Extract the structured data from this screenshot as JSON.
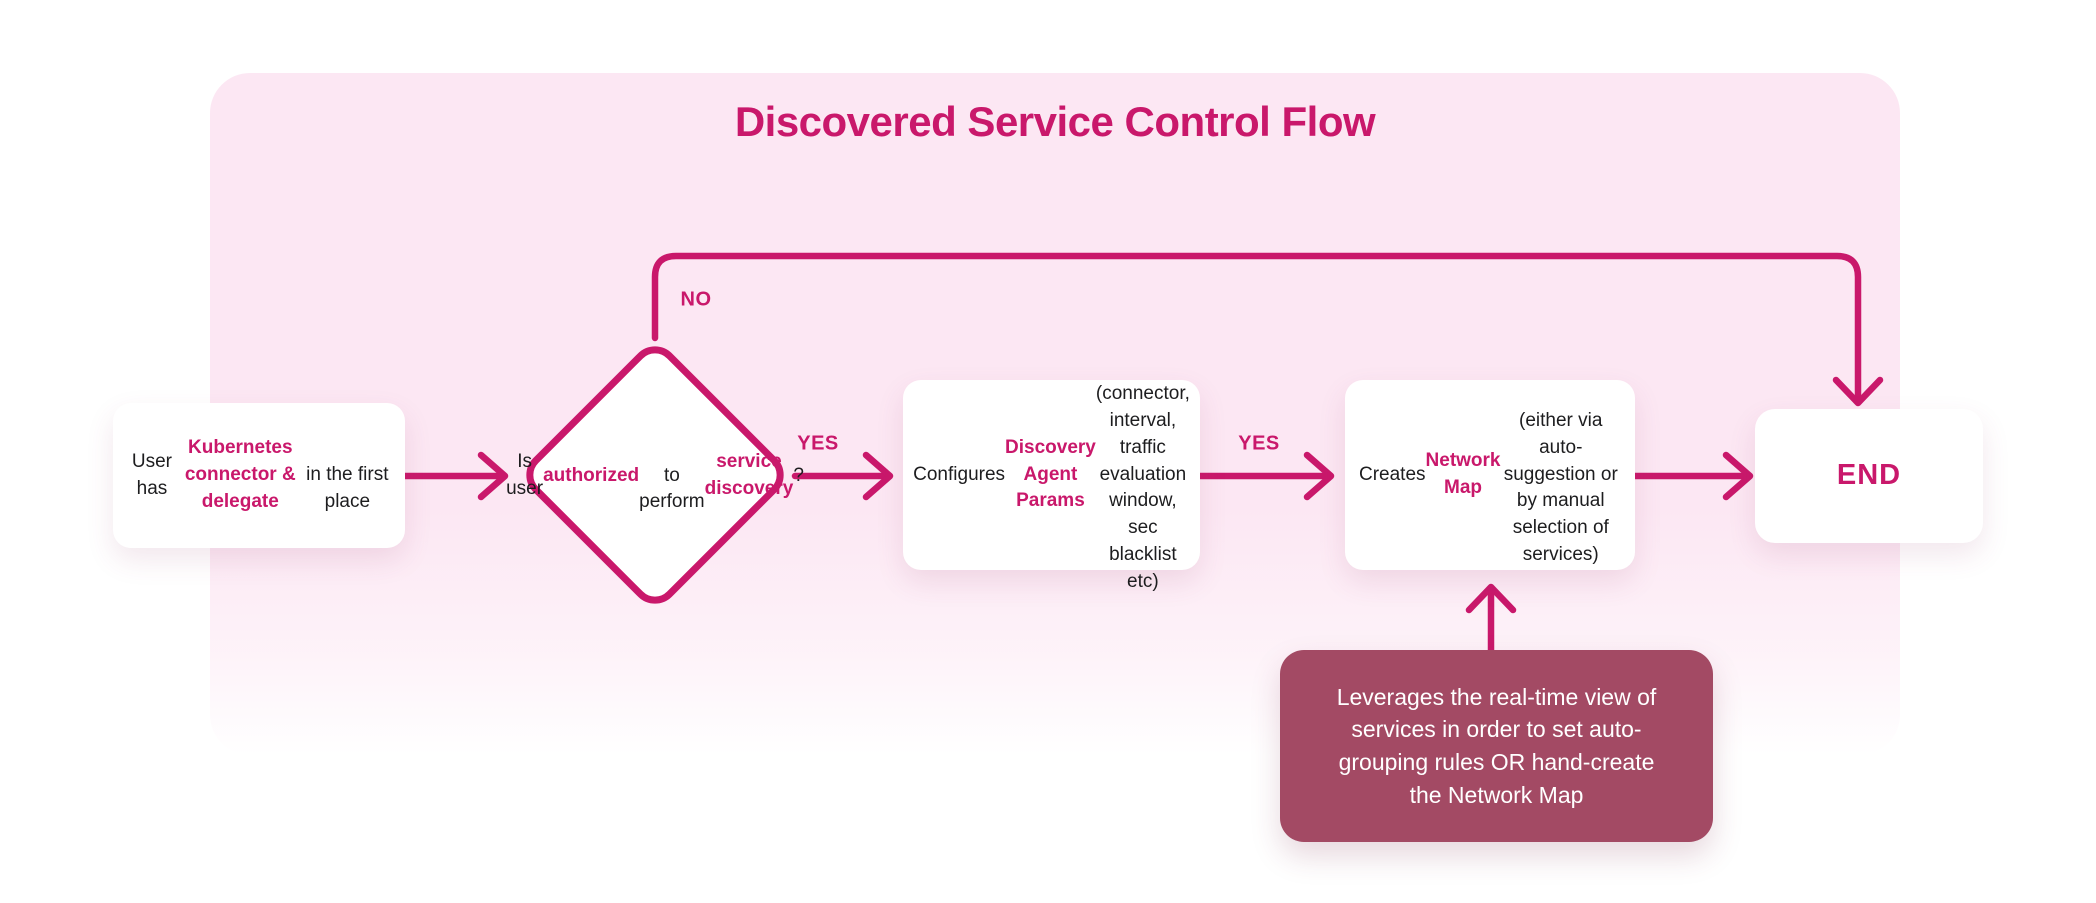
{
  "title": "Discovered Service Control Flow",
  "colors": {
    "accent": "#c9186b",
    "container_pink": "#fce7f3",
    "note_bg": "#a34a64",
    "text_dark": "#1d1d1f",
    "box_bg": "#ffffff",
    "note_text": "#ffffff"
  },
  "nodes": {
    "start": {
      "rich": "User has **Kubernetes\nconnector & delegate**\nin the first place"
    },
    "decision": {
      "rich": "Is user\n**authorized**\nto perform\n**service discovery**?"
    },
    "configure": {
      "rich": "Configures **Discovery\nAgent Params**\n(connector, interval,\ntraffic evaluation window,\nsec blacklist etc)"
    },
    "create_map": {
      "rich": "Creates **Network Map**\n(either via auto-\nsuggestion or by manual\nselection of services)"
    },
    "end": {
      "label": "END"
    },
    "note": {
      "text": "Leverages the real-time view of\nservices in order to set auto-\ngrouping rules OR hand-create\nthe Network Map"
    }
  },
  "edges": {
    "yes1": "YES",
    "yes2": "YES",
    "no": "NO"
  }
}
